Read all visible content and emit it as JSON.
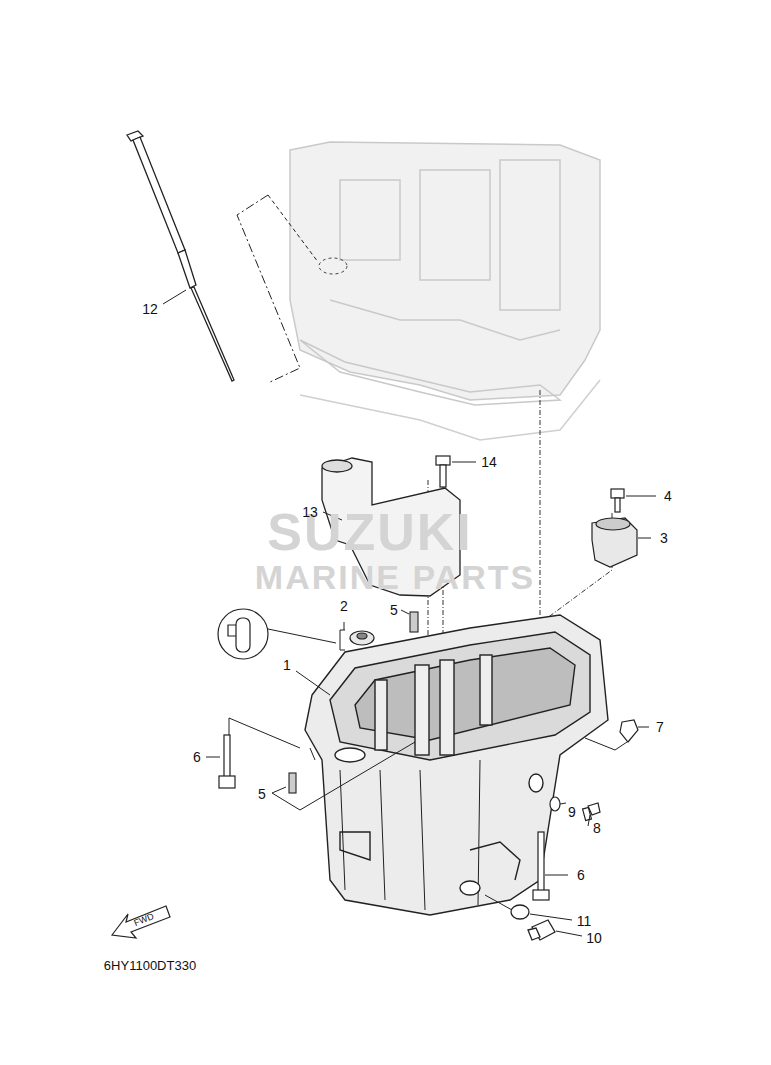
{
  "diagram": {
    "labels": [
      "12",
      "14",
      "4",
      "13",
      "3",
      "2",
      "5",
      "1",
      "7",
      "6",
      "5",
      "9",
      "8",
      "6",
      "11",
      "10",
      "FWD",
      "6HY1100DT330",
      "SUZUKI",
      "MARINE PARTS"
    ]
  }
}
